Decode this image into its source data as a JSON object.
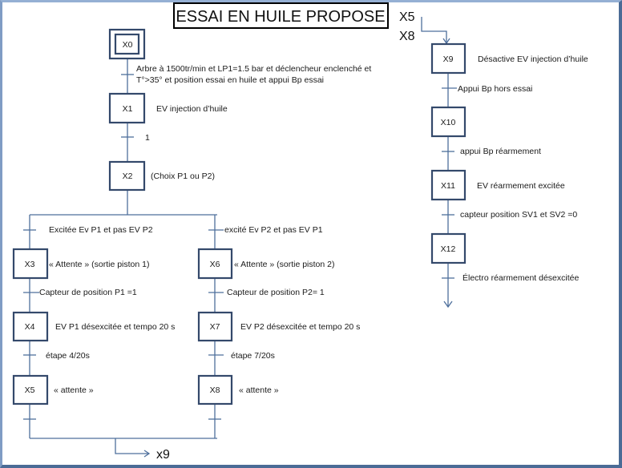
{
  "title": "ESSAI EN HUILE PROPOSE",
  "steps": {
    "x0": "X0",
    "x1": "X1",
    "x2": "X2",
    "x3": "X3",
    "x4": "X4",
    "x5": "X5",
    "x6": "X6",
    "x7": "X7",
    "x8": "X8",
    "x9": "X9",
    "x10": "X10",
    "x11": "X11",
    "x12": "X12"
  },
  "actions": {
    "x1": "EV injection d’huile",
    "x2": "(Choix P1  ou P2)",
    "x3": "« Attente » (sortie piston 1)",
    "x4": "EV P1 désexcitée et tempo 20 s",
    "x5": "« attente »",
    "x6": "« Attente » (sortie piston 2)",
    "x7": "EV P2 désexcitée et tempo 20 s",
    "x8": "« attente »",
    "x9": "Désactive EV injection d’huile",
    "x11": "EV réarmement  excitée"
  },
  "transitions": {
    "t0_line1": "Arbre à 1500tr/min et LP1=1.5 bar et  déclencheur enclenché et",
    "t0_line2": "T°>35° et position essai en huile et appui Bp essai",
    "t1": "1",
    "t2a": "Excitée Ev P1 et pas EV P2",
    "t2b": "excité Ev P2 et pas EV P1",
    "t3": "Capteur de position P1 =1",
    "t6": "Capteur de position P2= 1",
    "t4": "étape 4/20s",
    "t7": "étape 7/20s",
    "t9": "Appui Bp hors essai",
    "t10": "appui Bp réarmement",
    "t11": "capteur position SV1 et SV2 =0",
    "t12": "Électro réarmement désexcitée"
  },
  "links": {
    "to_x9": "x9",
    "from_x5": "X5",
    "from_x8": "X8"
  }
}
